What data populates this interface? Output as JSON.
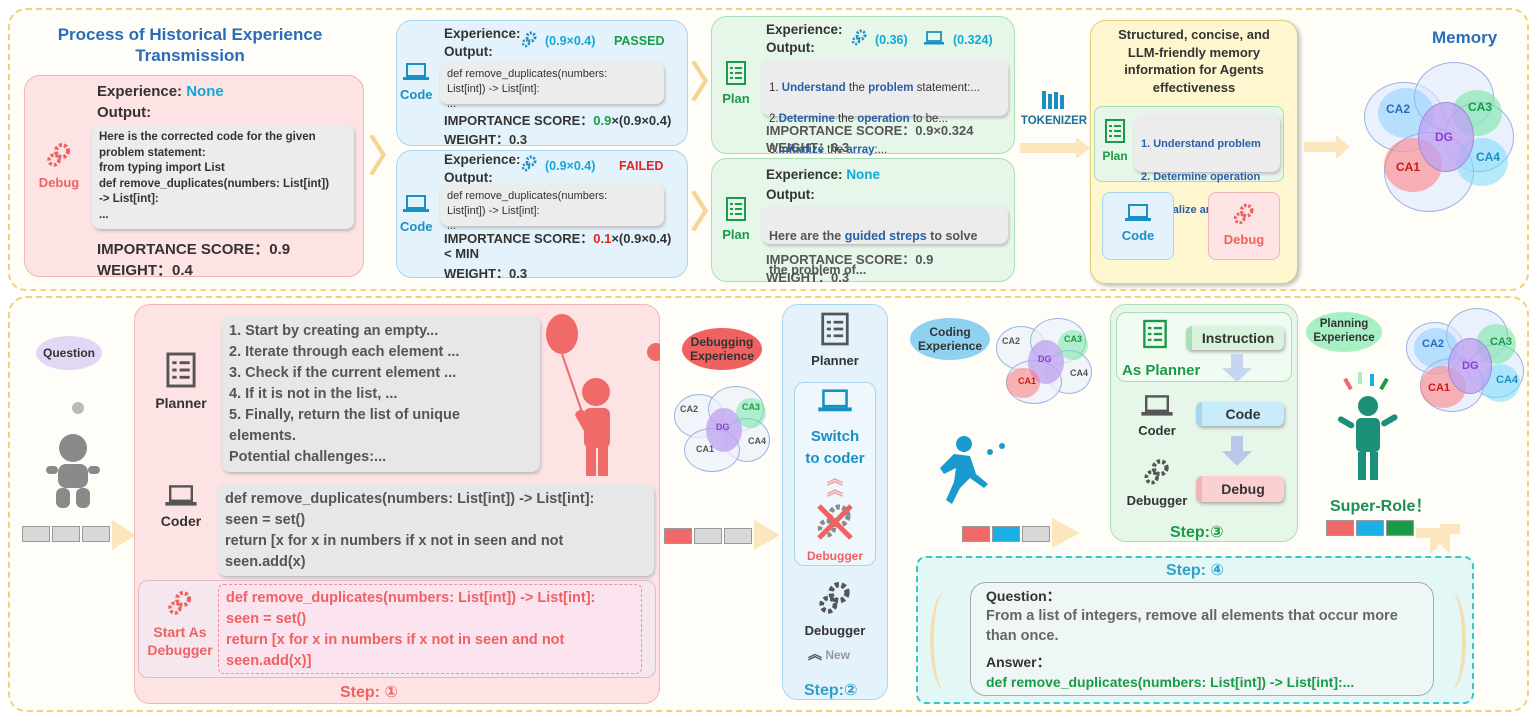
{
  "top": {
    "title_line1": "Process of Historical Experience",
    "title_line2": "Transmission",
    "memory_title": "Memory",
    "tokenizer": "TOKENIZER",
    "debug_card": {
      "role": "Debug",
      "experience_label": "Experience:",
      "experience_value": "None",
      "output_label": "Output:",
      "output_text": "Here is the corrected code for the given\nproblem statement:\nfrom typing import List\ndef remove_duplicates(numbers: List[int])\n-> List[int]:\n...",
      "score": "IMPORTANCE SCORE：0.9",
      "weight": "WEIGHT：0.4"
    },
    "code_pass": {
      "role": "Code",
      "experience_label": "Experience:",
      "output_label": "Output:",
      "formula": "(0.9×0.4)",
      "status": "PASSED",
      "output_text": "def remove_duplicates(numbers:\nList[int]) -> List[int]:\n...",
      "score_prefix": "IMPORTANCE SCORE：",
      "score_value": "0.9",
      "score_suffix": "×(0.9×0.4)",
      "weight": "WEIGHT：0.3"
    },
    "code_fail": {
      "role": "Code",
      "experience_label": "Experience:",
      "output_label": "Output:",
      "formula": "(0.9×0.4)",
      "status": "FAILED",
      "output_text": "def remove_duplicates(numbers:\nList[int]) -> List[int]:\n...",
      "score_prefix": "IMPORTANCE SCORE：",
      "score_value": "0.1",
      "score_suffix": "×(0.9×0.4)",
      "score_line2": "< MIN",
      "weight": "WEIGHT：0.3"
    },
    "plan_top": {
      "role": "Plan",
      "experience_label": "Experience:",
      "output_label": "Output:",
      "val1": "(0.36)",
      "val2": "(0.324)",
      "lines": [
        {
          "n": "1. ",
          "a": "Understand",
          "b": " the ",
          "c": "problem",
          "d": " statement:..."
        },
        {
          "n": "2.",
          "a": "Determine",
          "b": " the ",
          "c": "operation",
          "d": " to be..."
        },
        {
          "n": "3.",
          "a": "Initialize",
          "b": " the ",
          "c": "array",
          "d": ":..."
        }
      ],
      "score": "IMPORTANCE SCORE：0.9×0.324",
      "weight": "WEIGHT：0.3"
    },
    "plan_bottom": {
      "role": "Plan",
      "experience_label": "Experience:",
      "experience_value": "None",
      "output_label": "Output:",
      "out_prefix": "Here are the ",
      "out_highlight": "guided streps",
      "out_suffix": " to solve",
      "out_line2": "the problem of...",
      "score": "IMPORTANCE SCORE：0.9",
      "weight": "WEIGHT：0.3"
    },
    "memory_card": {
      "title": "Structured, concise, and\nLLM-friendly memory\ninformation for Agents\neffectiveness",
      "plan_role": "Plan",
      "items": [
        "1. Understand problem",
        "2. Determine operation",
        "3. Initialize array"
      ],
      "code_role": "Code",
      "debug_role": "Debug"
    },
    "cloud_labels": {
      "ca1": "CA1",
      "ca2": "CA2",
      "ca3": "CA3",
      "ca4": "CA4",
      "dg": "DG"
    }
  },
  "bottom": {
    "question_bubble": "Question",
    "debug_exp_bubble": "Debugging\nExperience",
    "coding_exp_bubble": "Coding\nExperience",
    "planning_exp_bubble": "Planning\nExperience",
    "step1": {
      "planner_role": "Planner",
      "planner_text": "1. Start by creating an empty...\n2. Iterate through each element ...\n3. Check if the current element ...\n4. If it is not in the list, ...\n5. Finally, return the list of unique\nelements.\nPotential challenges:...",
      "coder_role": "Coder",
      "coder_text": "def remove_duplicates(numbers: List[int]) -> List[int]:\n    seen = set()\n    return [x for x in numbers if x not in seen and not\nseen.add(x)",
      "debugger_role": "Start As\nDebugger",
      "debugger_text": "def remove_duplicates(numbers: List[int]) -> List[int]:\n    seen = set()\n    return [x for x in numbers if x not in seen and not\nseen.add(x)]",
      "step_label": "Step: ①"
    },
    "step2": {
      "planner_role": "Planner",
      "switch_text": "Switch\nto coder",
      "debugger_crossed": "Debugger",
      "debugger_role": "Debugger",
      "new_label": "New",
      "step_label": "Step:②"
    },
    "step3": {
      "planner_role": "As Planner",
      "instruction": "Instruction",
      "coder_role": "Coder",
      "code": "Code",
      "debugger_role": "Debugger",
      "debug": "Debug",
      "step_label": "Step:③"
    },
    "super_role": "Super-Role！",
    "step4": {
      "step_label": "Step: ④",
      "question_label": "Question：",
      "question_text": "From a list of integers, remove all elements that occur more\nthan once.",
      "answer_label": "Answer：",
      "answer_text": "def remove_duplicates(numbers: List[int]) -> List[int]:..."
    }
  },
  "colors": {
    "accent_blue": "#12a8d8",
    "passed_green": "#1b9a47",
    "failed_red": "#e52323",
    "debug_red": "#f06262",
    "title_blue": "#2a6cb8"
  }
}
